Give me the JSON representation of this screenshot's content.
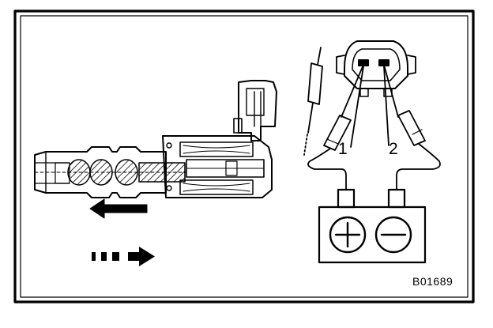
{
  "labels": {
    "terminal_1": "1",
    "terminal_2": "2",
    "figure_code": "B01689"
  },
  "battery": {
    "positive_symbol": "plus-icon",
    "negative_symbol": "minus-icon"
  },
  "arrows": {
    "solid": "arrow-left-icon",
    "dashed": "arrow-right-dashed-icon"
  },
  "colors": {
    "ink": "#000000",
    "paper": "#ffffff"
  }
}
